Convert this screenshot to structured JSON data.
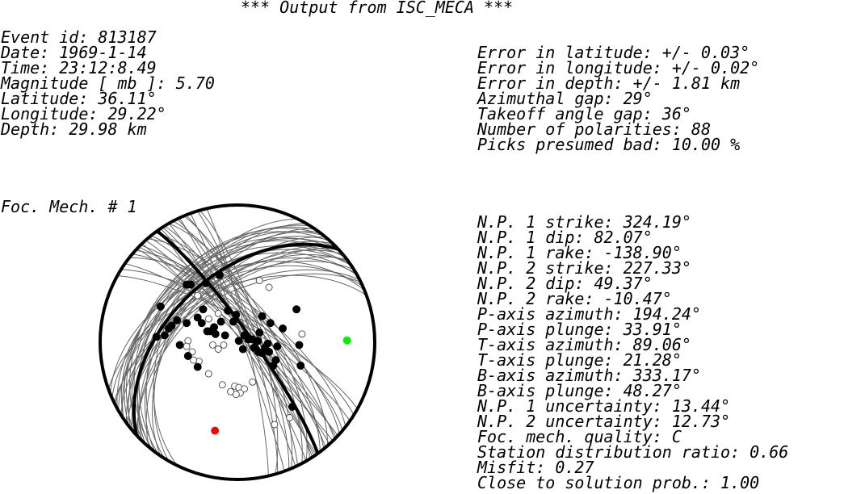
{
  "title": "*** Output from ISC_MECA ***",
  "event": [
    "Event id: 813187",
    "Date: 1969-1-14",
    "Time: 23:12:8.49",
    "Magnitude [ mb ]: 5.70",
    "Latitude: 36.11°",
    "Longitude: 29.22°",
    "Depth: 29.98 km"
  ],
  "errors": [
    "Error in latitude: +/- 0.03°",
    "Error in longitude: +/- 0.02°",
    "Error in depth: +/- 1.81 km",
    "Azimuthal gap: 29°",
    "Takeoff angle gap: 36°",
    "Number of polarities: 88",
    "Picks presumed bad: 10.00 %"
  ],
  "mechanism_label": "Foc. Mech. # 1",
  "solution": [
    "N.P. 1 strike: 324.19°",
    "N.P. 1 dip: 82.07°",
    "N.P. 1 rake: -138.90°",
    "N.P. 2 strike: 227.33°",
    "N.P. 2 dip: 49.37°",
    "N.P. 2 rake: -10.47°",
    "P-axis azimuth: 194.24°",
    "P-axis plunge: 33.91°",
    "T-axis azimuth: 89.06°",
    "T-axis plunge: 21.28°",
    "B-axis azimuth: 333.17°",
    "B-axis plunge: 48.27°",
    "N.P. 1 uncertainty: 13.44°",
    "N.P. 2 uncertainty: 12.73°",
    "Foc. mech. quality: C",
    "Station distribution ratio: 0.66",
    "Misfit: 0.27",
    "Close to solution prob.: 1.00"
  ],
  "colors": {
    "background": "#ffffff",
    "text": "#000000",
    "uncertainty_planes": "#666666",
    "p_axis": "#ff0000",
    "t_axis": "#00ee00"
  },
  "beachball": {
    "np1": {
      "strike": 324.19,
      "dip": 82.07
    },
    "np2": {
      "strike": 227.33,
      "dip": 49.37
    },
    "p_axis": {
      "azimuth": 194.24,
      "plunge": 33.91
    },
    "t_axis": {
      "azimuth": 89.06,
      "plunge": 21.28
    },
    "compressions": [
      [
        -0.56,
        -0.26
      ],
      [
        -0.37,
        -0.42
      ],
      [
        -0.34,
        -0.42
      ],
      [
        -0.23,
        -0.43
      ],
      [
        -0.13,
        -0.49
      ],
      [
        -0.44,
        -0.16
      ],
      [
        -0.48,
        -0.12
      ],
      [
        -0.5,
        -0.1
      ],
      [
        -0.53,
        -0.05
      ],
      [
        -0.59,
        -0.04
      ],
      [
        -0.37,
        -0.14
      ],
      [
        -0.25,
        -0.24
      ],
      [
        -0.29,
        -0.18
      ],
      [
        -0.26,
        -0.14
      ],
      [
        -0.22,
        -0.08
      ],
      [
        -0.2,
        -0.08
      ],
      [
        -0.16,
        -0.06
      ],
      [
        -0.17,
        -0.11
      ],
      [
        -0.12,
        -0.15
      ],
      [
        -0.07,
        -0.23
      ],
      [
        -0.01,
        -0.2
      ],
      [
        -0.03,
        -0.15
      ],
      [
        -0.09,
        -0.05
      ],
      [
        0.05,
        -0.05
      ],
      [
        0.08,
        -0.02
      ],
      [
        0.01,
        -0.01
      ],
      [
        0.04,
        0.05
      ],
      [
        0.16,
        -0.07
      ],
      [
        0.11,
        -0.02
      ],
      [
        0.12,
        0.04
      ],
      [
        0.15,
        0.07
      ],
      [
        0.18,
        0.08
      ],
      [
        0.22,
        0.01
      ],
      [
        0.2,
        0.04
      ],
      [
        0.23,
        0.07
      ],
      [
        0.29,
        0.03
      ],
      [
        0.26,
        0.17
      ],
      [
        0.28,
        0.13
      ],
      [
        0.33,
        -0.1
      ],
      [
        0.43,
        -0.24
      ],
      [
        0.45,
        0.02
      ],
      [
        0.46,
        0.17
      ],
      [
        0.24,
        -0.14
      ],
      [
        0.18,
        -0.19
      ],
      [
        0.15,
        -0.01
      ],
      [
        -0.42,
        0.02
      ],
      [
        -0.36,
        0.1
      ],
      [
        -0.29,
        0.18
      ],
      [
        0.4,
        0.47
      ]
    ],
    "dilatations": [
      [
        -0.29,
        -0.34
      ],
      [
        0.16,
        -0.45
      ],
      [
        0.23,
        -0.4
      ],
      [
        -0.14,
        -0.21
      ],
      [
        -0.21,
        -0.17
      ],
      [
        -0.36,
        -0.01
      ],
      [
        -0.37,
        0.03
      ],
      [
        -0.33,
        0.07
      ],
      [
        -0.28,
        0.14
      ],
      [
        -0.32,
        0.13
      ],
      [
        -0.18,
        0.02
      ],
      [
        -0.1,
        0.02
      ],
      [
        -0.14,
        0.05
      ],
      [
        -0.21,
        0.23
      ],
      [
        -0.11,
        0.31
      ],
      [
        -0.02,
        0.32
      ],
      [
        0.01,
        0.33
      ],
      [
        0.05,
        0.34
      ],
      [
        0.02,
        0.37
      ],
      [
        0.11,
        0.29
      ],
      [
        -0.01,
        0.38
      ],
      [
        0.47,
        -0.06
      ],
      [
        0.38,
        0.55
      ],
      [
        0.27,
        0.6
      ],
      [
        -0.05,
        0.36
      ]
    ],
    "uncertainty_np1": [
      [
        327,
        82
      ],
      [
        320,
        80
      ],
      [
        330,
        85
      ],
      [
        315,
        76
      ],
      [
        335,
        86
      ],
      [
        310,
        73
      ],
      [
        340,
        87
      ],
      [
        323,
        70
      ],
      [
        328,
        78
      ],
      [
        318,
        83
      ],
      [
        332,
        72
      ],
      [
        313,
        84
      ],
      [
        338,
        78
      ],
      [
        305,
        79
      ],
      [
        325,
        88
      ],
      [
        343,
        81
      ],
      [
        308,
        68
      ],
      [
        321,
        75
      ],
      [
        334,
        80
      ],
      [
        316,
        87
      ],
      [
        299,
        77
      ],
      [
        347,
        84
      ],
      [
        312,
        71
      ],
      [
        330,
        69
      ],
      [
        302,
        74
      ],
      [
        337,
        74
      ],
      [
        319,
        66
      ],
      [
        326,
        85
      ],
      [
        344,
        76
      ],
      [
        314,
        80
      ]
    ],
    "uncertainty_np2": [
      [
        228,
        49
      ],
      [
        222,
        45
      ],
      [
        234,
        53
      ],
      [
        219,
        41
      ],
      [
        238,
        55
      ],
      [
        226,
        57
      ],
      [
        231,
        46
      ],
      [
        215,
        39
      ],
      [
        243,
        58
      ],
      [
        224,
        52
      ],
      [
        236,
        44
      ],
      [
        212,
        44
      ],
      [
        246,
        51
      ],
      [
        229,
        37
      ],
      [
        220,
        56
      ],
      [
        240,
        49
      ],
      [
        226,
        42
      ],
      [
        233,
        59
      ],
      [
        217,
        48
      ],
      [
        248,
        46
      ],
      [
        223,
        35
      ],
      [
        236,
        40
      ],
      [
        210,
        50
      ],
      [
        244,
        61
      ],
      [
        230,
        54
      ],
      [
        218,
        36
      ],
      [
        241,
        43
      ],
      [
        227,
        60
      ],
      [
        206,
        46
      ],
      [
        250,
        56
      ],
      [
        232,
        38
      ],
      [
        214,
        53
      ]
    ]
  }
}
